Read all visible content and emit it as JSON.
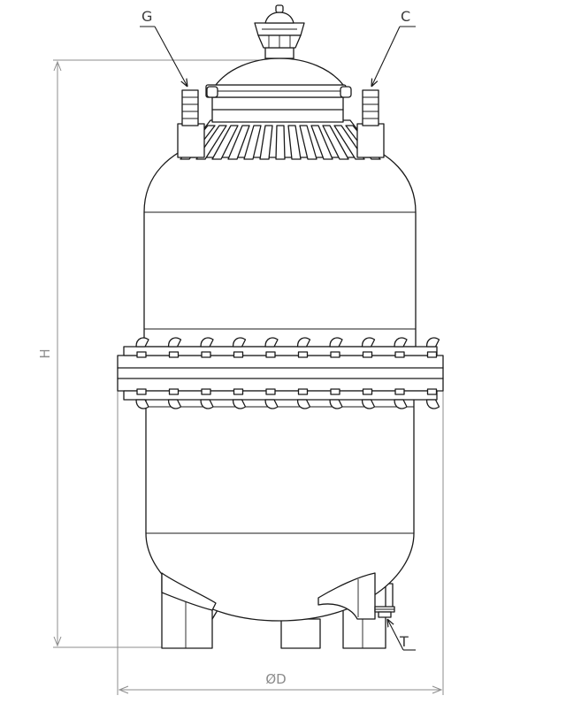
{
  "labels": {
    "g": "G",
    "c": "C",
    "t": "T",
    "h": "H",
    "d": "ØD"
  },
  "colors": {
    "line": "#1a1a1a",
    "dimension": "#8c8c8c",
    "background": "#ffffff"
  }
}
